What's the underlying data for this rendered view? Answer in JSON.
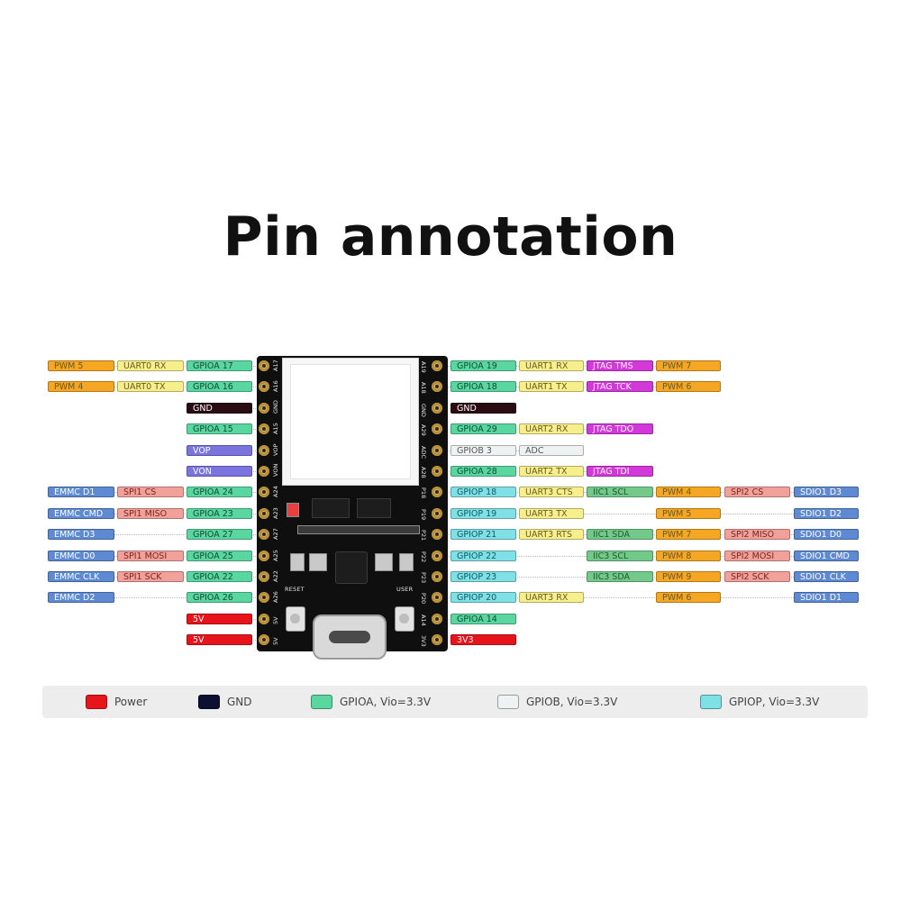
{
  "title": "Pin annotation",
  "colors": {
    "pwm": "#f5a623",
    "uart": "#f7ef8c",
    "gpioa": "#5ad6a0",
    "gnd": "#2a0d12",
    "vop": "#7b74df",
    "emmc": "#5e89d3",
    "spi": "#f2a09a",
    "power": "#e8141c",
    "gpiob": "#eef2f2",
    "adc": "#eef2f2",
    "gpiop": "#7fe0e6",
    "jtag": "#d338d8",
    "iic": "#72c98a",
    "sdio": "#5e89d3"
  },
  "left_rows": [
    {
      "labels": [
        [
          "PWM 5",
          "pwm"
        ],
        [
          "UART0 RX",
          "uart"
        ],
        [
          "GPIOA 17",
          "gpioa"
        ]
      ]
    },
    {
      "labels": [
        [
          "PWM 4",
          "pwm"
        ],
        [
          "UART0 TX",
          "uart"
        ],
        [
          "GPIOA 16",
          "gpioa"
        ]
      ]
    },
    {
      "labels": [
        [
          "",
          "none"
        ],
        [
          "",
          "none"
        ],
        [
          "GND",
          "gnd"
        ]
      ]
    },
    {
      "labels": [
        [
          "",
          "none"
        ],
        [
          "",
          "none"
        ],
        [
          "GPIOA 15",
          "gpioa"
        ]
      ]
    },
    {
      "labels": [
        [
          "",
          "none"
        ],
        [
          "",
          "none"
        ],
        [
          "VOP",
          "vop"
        ]
      ]
    },
    {
      "labels": [
        [
          "",
          "none"
        ],
        [
          "",
          "none"
        ],
        [
          "VON",
          "vop"
        ]
      ]
    },
    {
      "labels": [
        [
          "EMMC D1",
          "emmc"
        ],
        [
          "SPI1 CS",
          "spi"
        ],
        [
          "GPIOA 24",
          "gpioa"
        ]
      ]
    },
    {
      "labels": [
        [
          "EMMC CMD",
          "emmc"
        ],
        [
          "SPI1 MISO",
          "spi"
        ],
        [
          "GPIOA 23",
          "gpioa"
        ]
      ]
    },
    {
      "labels": [
        [
          "EMMC D3",
          "emmc"
        ],
        [
          "",
          "none"
        ],
        [
          "GPIOA 27",
          "gpioa"
        ]
      ]
    },
    {
      "labels": [
        [
          "EMMC D0",
          "emmc"
        ],
        [
          "SPI1 MOSI",
          "spi"
        ],
        [
          "GPIOA 25",
          "gpioa"
        ]
      ]
    },
    {
      "labels": [
        [
          "EMMC CLK",
          "emmc"
        ],
        [
          "SPI1 SCK",
          "spi"
        ],
        [
          "GPIOA 22",
          "gpioa"
        ]
      ]
    },
    {
      "labels": [
        [
          "EMMC D2",
          "emmc"
        ],
        [
          "",
          "none"
        ],
        [
          "GPIOA 26",
          "gpioa"
        ]
      ]
    },
    {
      "labels": [
        [
          "",
          "none"
        ],
        [
          "",
          "none"
        ],
        [
          "5V",
          "power"
        ]
      ]
    },
    {
      "labels": [
        [
          "",
          "none"
        ],
        [
          "",
          "none"
        ],
        [
          "5V",
          "power"
        ]
      ]
    }
  ],
  "right_rows": [
    {
      "labels": [
        [
          "GPIOA 19",
          "gpioa"
        ],
        [
          "UART1 RX",
          "uart"
        ],
        [
          "JTAG TMS",
          "jtag"
        ],
        [
          "PWM 7",
          "pwm"
        ],
        [
          "",
          "none"
        ],
        [
          "",
          "none"
        ],
        [
          "",
          "none"
        ]
      ]
    },
    {
      "labels": [
        [
          "GPIOA 18",
          "gpioa"
        ],
        [
          "UART1 TX",
          "uart"
        ],
        [
          "JTAG TCK",
          "jtag"
        ],
        [
          "PWM 6",
          "pwm"
        ],
        [
          "",
          "none"
        ],
        [
          "",
          "none"
        ],
        [
          "",
          "none"
        ]
      ]
    },
    {
      "labels": [
        [
          "GND",
          "gnd"
        ],
        [
          "",
          "none"
        ],
        [
          "",
          "none"
        ],
        [
          "",
          "none"
        ],
        [
          "",
          "none"
        ],
        [
          "",
          "none"
        ],
        [
          "",
          "none"
        ]
      ]
    },
    {
      "labels": [
        [
          "GPIOA 29",
          "gpioa"
        ],
        [
          "UART2 RX",
          "uart"
        ],
        [
          "JTAG TDO",
          "jtag"
        ],
        [
          "",
          "none"
        ],
        [
          "",
          "none"
        ],
        [
          "",
          "none"
        ],
        [
          "",
          "none"
        ]
      ]
    },
    {
      "labels": [
        [
          "GPIOB 3",
          "gpiob"
        ],
        [
          "ADC",
          "adc"
        ],
        [
          "",
          "none"
        ],
        [
          "",
          "none"
        ],
        [
          "",
          "none"
        ],
        [
          "",
          "none"
        ],
        [
          "",
          "none"
        ]
      ]
    },
    {
      "labels": [
        [
          "GPIOA 28",
          "gpioa"
        ],
        [
          "UART2 TX",
          "uart"
        ],
        [
          "JTAG TDI",
          "jtag"
        ],
        [
          "",
          "none"
        ],
        [
          "",
          "none"
        ],
        [
          "",
          "none"
        ],
        [
          "",
          "none"
        ]
      ]
    },
    {
      "labels": [
        [
          "GPIOP 18",
          "gpiop"
        ],
        [
          "UART3 CTS",
          "uart"
        ],
        [
          "IIC1 SCL",
          "iic"
        ],
        [
          "PWM 4",
          "pwm"
        ],
        [
          "SPI2 CS",
          "spi"
        ],
        [
          "",
          "none"
        ],
        [
          "SDIO1 D3",
          "sdio"
        ]
      ]
    },
    {
      "labels": [
        [
          "GPIOP 19",
          "gpiop"
        ],
        [
          "UART3 TX",
          "uart"
        ],
        [
          "",
          "none"
        ],
        [
          "PWM 5",
          "pwm"
        ],
        [
          "",
          "none"
        ],
        [
          "",
          "none"
        ],
        [
          "SDIO1 D2",
          "sdio"
        ]
      ]
    },
    {
      "labels": [
        [
          "GPIOP 21",
          "gpiop"
        ],
        [
          "UART3 RTS",
          "uart"
        ],
        [
          "IIC1 SDA",
          "iic"
        ],
        [
          "PWM 7",
          "pwm"
        ],
        [
          "SPI2 MISO",
          "spi"
        ],
        [
          "",
          "none"
        ],
        [
          "SDIO1 D0",
          "sdio"
        ]
      ]
    },
    {
      "labels": [
        [
          "GPIOP 22",
          "gpiop"
        ],
        [
          "",
          "none"
        ],
        [
          "IIC3 SCL",
          "iic"
        ],
        [
          "PWM 8",
          "pwm"
        ],
        [
          "SPI2 MOSI",
          "spi"
        ],
        [
          "",
          "none"
        ],
        [
          "SDIO1 CMD",
          "sdio"
        ]
      ]
    },
    {
      "labels": [
        [
          "GPIOP 23",
          "gpiop"
        ],
        [
          "",
          "none"
        ],
        [
          "IIC3 SDA",
          "iic"
        ],
        [
          "PWM 9",
          "pwm"
        ],
        [
          "SPI2 SCK",
          "spi"
        ],
        [
          "",
          "none"
        ],
        [
          "SDIO1 CLK",
          "sdio"
        ]
      ]
    },
    {
      "labels": [
        [
          "GPIOP 20",
          "gpiop"
        ],
        [
          "UART3 RX",
          "uart"
        ],
        [
          "",
          "none"
        ],
        [
          "PWM 6",
          "pwm"
        ],
        [
          "",
          "none"
        ],
        [
          "",
          "none"
        ],
        [
          "SDIO1 D1",
          "sdio"
        ]
      ]
    },
    {
      "labels": [
        [
          "GPIOA 14",
          "gpioa"
        ],
        [
          "",
          "none"
        ],
        [
          "",
          "none"
        ],
        [
          "",
          "none"
        ],
        [
          "",
          "none"
        ],
        [
          "",
          "none"
        ],
        [
          "",
          "none"
        ]
      ]
    },
    {
      "labels": [
        [
          "3V3",
          "power"
        ],
        [
          "",
          "none"
        ],
        [
          "",
          "none"
        ],
        [
          "",
          "none"
        ],
        [
          "",
          "none"
        ],
        [
          "",
          "none"
        ],
        [
          "",
          "none"
        ]
      ]
    }
  ],
  "board": {
    "reset_label": "RESET",
    "user_label": "USER",
    "left_silk": [
      "A17",
      "A16",
      "GND",
      "A15",
      "VOP",
      "VON",
      "A24",
      "A23",
      "A27",
      "A25",
      "A22",
      "A26",
      "5V",
      "5V"
    ],
    "right_silk": [
      "A19",
      "A18",
      "GND",
      "A29",
      "ADC",
      "A28",
      "P18",
      "P19",
      "P21",
      "P22",
      "P23",
      "P20",
      "A14",
      "3V3"
    ]
  },
  "legend": [
    {
      "label": "Power",
      "color": "#e8141c"
    },
    {
      "label": "GND",
      "color": "#0d1030"
    },
    {
      "label": "GPIOA, Vio=3.3V",
      "color": "#5ad6a0"
    },
    {
      "label": "GPIOB, Vio=3.3V",
      "color": "#eef2f2"
    },
    {
      "label": "GPIOP, Vio=3.3V",
      "color": "#7fe0e6"
    }
  ]
}
